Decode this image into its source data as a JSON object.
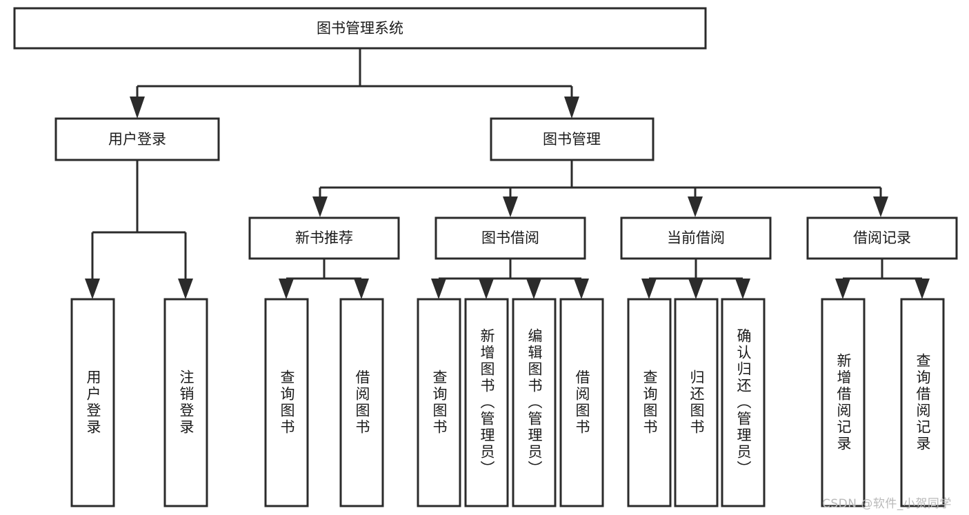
{
  "diagram": {
    "type": "hierarchy-tree",
    "title_node": {
      "label": "图书管理系统"
    },
    "level2": [
      {
        "id": "user-login",
        "label": "用户登录"
      },
      {
        "id": "book-manage",
        "label": "图书管理"
      }
    ],
    "level3": [
      {
        "id": "new-book-recommend",
        "label": "新书推荐"
      },
      {
        "id": "book-borrow",
        "label": "图书借阅"
      },
      {
        "id": "current-borrow",
        "label": "当前借阅"
      },
      {
        "id": "borrow-record",
        "label": "借阅记录"
      }
    ],
    "leaves": {
      "user_login": [
        {
          "id": "leaf-user-login",
          "label": "用户登录"
        },
        {
          "id": "leaf-logout-login",
          "label": "注销登录"
        }
      ],
      "new_book_recommend": [
        {
          "id": "leaf-query-book-1",
          "label": "查询图书"
        },
        {
          "id": "leaf-borrow-book-1",
          "label": "借阅图书"
        }
      ],
      "book_borrow": [
        {
          "id": "leaf-query-book-2",
          "label": "查询图书"
        },
        {
          "id": "leaf-add-book",
          "label": "新增图书（管理员）"
        },
        {
          "id": "leaf-edit-book",
          "label": "编辑图书（管理员）"
        },
        {
          "id": "leaf-borrow-book-2",
          "label": "借阅图书"
        }
      ],
      "current_borrow": [
        {
          "id": "leaf-query-book-3",
          "label": "查询图书"
        },
        {
          "id": "leaf-return-book",
          "label": "归还图书"
        },
        {
          "id": "leaf-confirm-return",
          "label": "确认归还（管理员）"
        }
      ],
      "borrow_record": [
        {
          "id": "leaf-add-record",
          "label": "新增借阅记录"
        },
        {
          "id": "leaf-query-record",
          "label": "查询借阅记录"
        }
      ]
    },
    "watermark": "CSDN @软件_小贺同学",
    "colors": {
      "stroke": "#2b2b2b",
      "fill": "#ffffff",
      "text": "#1a1a1a",
      "watermark": "#b9b9b9",
      "background": "#ffffff"
    }
  }
}
